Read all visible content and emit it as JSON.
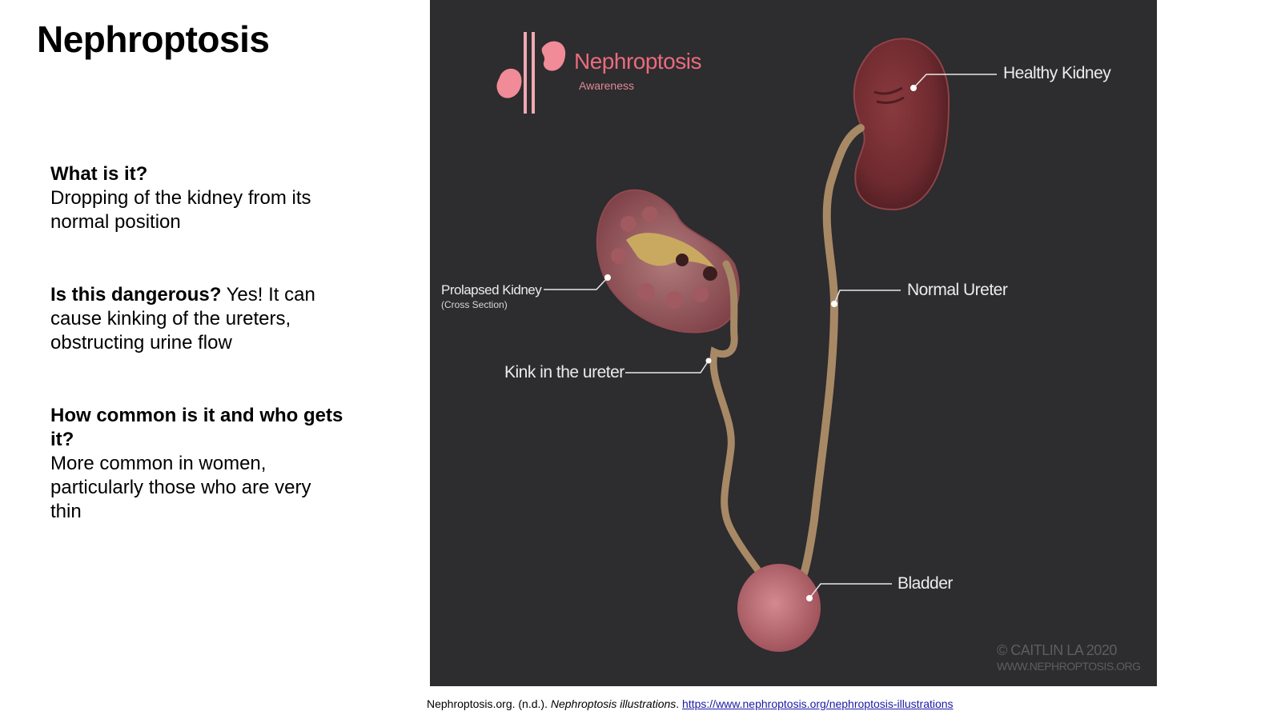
{
  "slide": {
    "title": "Nephroptosis"
  },
  "sections": [
    {
      "question": "What is it?",
      "answer": "Dropping of the kidney from its normal position"
    },
    {
      "question": "Is this dangerous?",
      "answer": " Yes! It can cause kinking of the ureters, obstructing urine flow"
    },
    {
      "question": "How common is it and who gets it?",
      "answer": "More common in women, particularly those who are very thin"
    }
  ],
  "figure": {
    "logo_title": "Nephroptosis",
    "logo_subtitle": "Awareness",
    "labels": {
      "healthy_kidney": "Healthy Kidney",
      "prolapsed_kidney": "Prolapsed Kidney",
      "cross_section": "(Cross Section)",
      "normal_ureter": "Normal Ureter",
      "kink": "Kink in the ureter",
      "bladder": "Bladder"
    },
    "copyright": "© CAITLIN LA 2020",
    "copyright_url": "WWW.NEPHROPTOSIS.ORG"
  },
  "citation": {
    "author": "Nephroptosis.org. (n.d.). ",
    "title": "Nephroptosis illustrations",
    "separator": ". ",
    "url": "https://www.nephroptosis.org/nephroptosis-illustrations"
  },
  "colors": {
    "figure_background": "#2d2c2e",
    "brand_pink": "#ea6b7e",
    "link_blue": "#1a1aa6"
  }
}
